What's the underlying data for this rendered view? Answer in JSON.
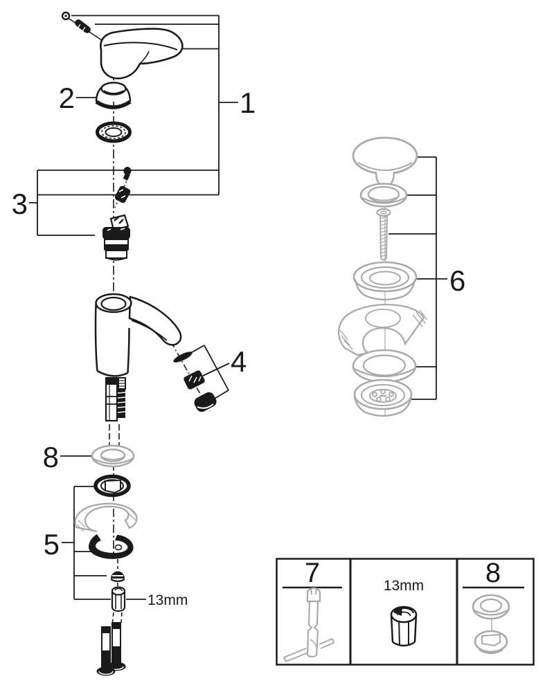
{
  "diagram": {
    "callouts": {
      "c1": "1",
      "c2": "2",
      "c3": "3",
      "c4": "4",
      "c5": "5",
      "c6": "6",
      "c8": "8",
      "hex_nut_size": "13mm"
    },
    "legend_table": {
      "tool_number": "7",
      "nut_size": "13mm",
      "washer_number": "8"
    },
    "colors": {
      "ink": "#1a1a1a",
      "ghost": "#a9a9a9",
      "background": "#ffffff"
    }
  }
}
